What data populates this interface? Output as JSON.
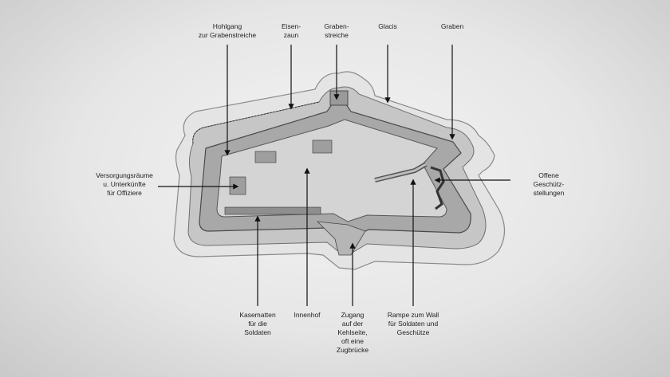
{
  "labels": {
    "hohlgang": [
      "Hohlgang",
      "zur Grabenstreiche"
    ],
    "eisenzaun": [
      "Eisen-",
      "zaun"
    ],
    "grabenstreiche": [
      "Graben-",
      "streiche"
    ],
    "glacis": [
      "Glacis"
    ],
    "graben": [
      "Graben"
    ],
    "versorgung": [
      "Versorgungsräume",
      "u. Unterkünfte",
      "für Offiziere"
    ],
    "geschuetz": [
      "Offene",
      "Geschütz-",
      "stellungen"
    ],
    "kasematten": [
      "Kasematten",
      "für die",
      "Soldaten"
    ],
    "innenhof": [
      "Innenhof"
    ],
    "zugang": [
      "Zugang",
      "auf der",
      "Kehlseite,",
      "oft eine",
      "Zugbrücke"
    ],
    "rampe": [
      "Rampe zum Wall",
      "für Soldaten und",
      "Geschütze"
    ]
  },
  "colors": {
    "ink": "#1a1a1a",
    "glacis": "#e8e8e8",
    "ditch": "#bdbdbd",
    "rampart": "#a9a9a9",
    "yard": "#d6d6d6"
  }
}
